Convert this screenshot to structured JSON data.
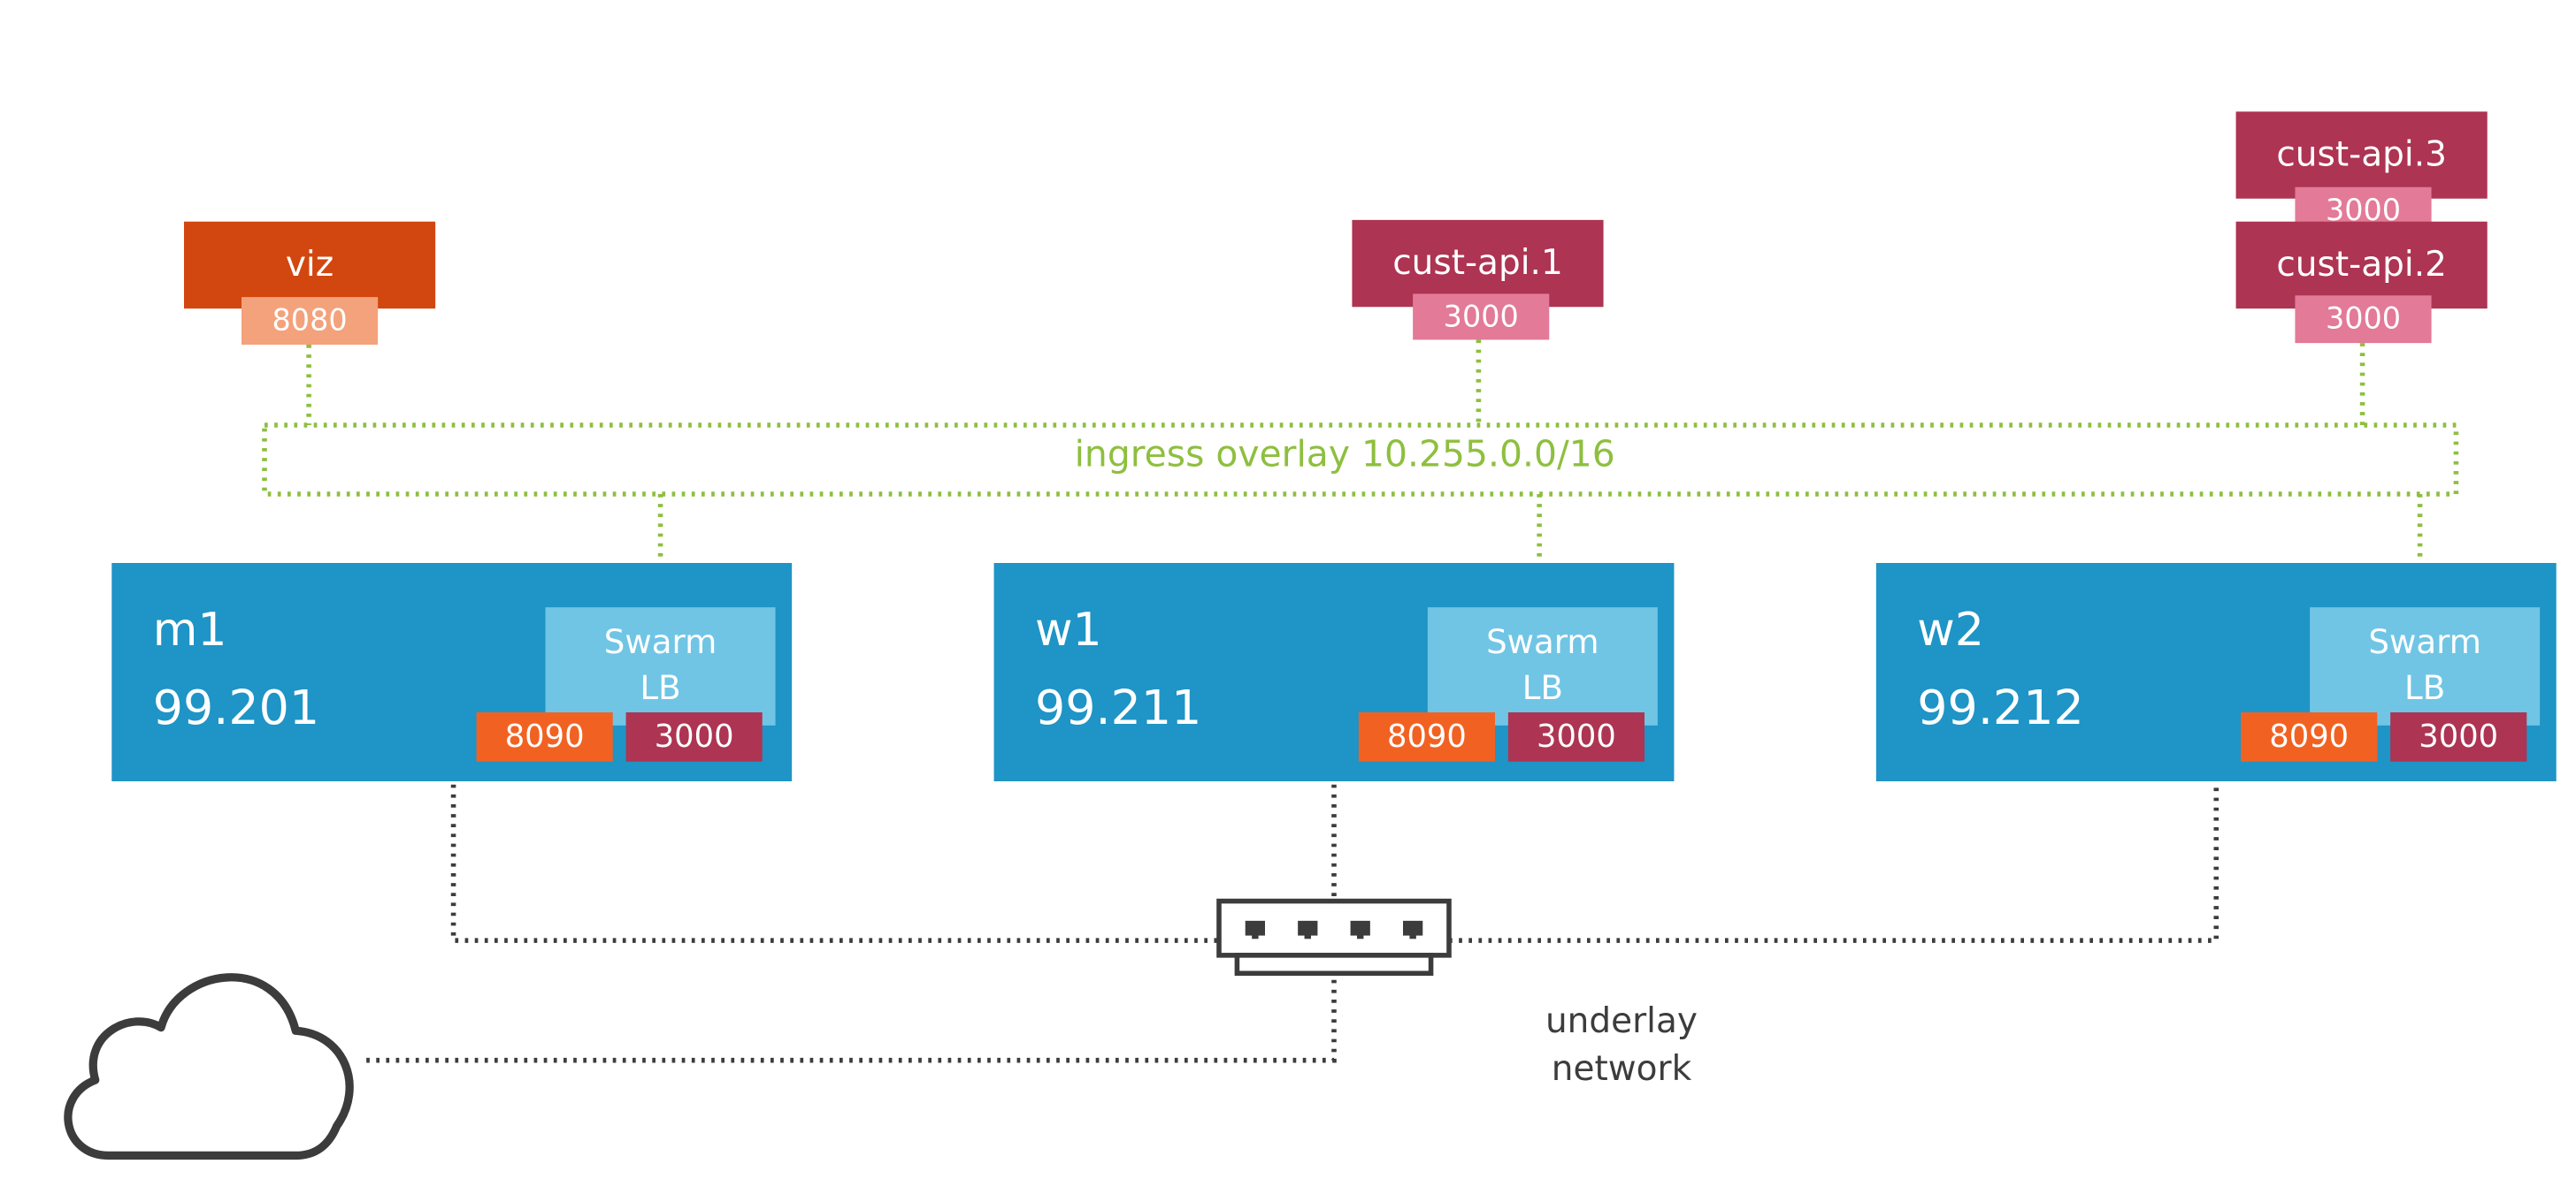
{
  "services": {
    "viz": {
      "name": "viz",
      "port": "8080"
    },
    "cust_api_1": {
      "name": "cust-api.1",
      "port": "3000"
    },
    "cust_api_2": {
      "name": "cust-api.2",
      "port": "3000"
    },
    "cust_api_3": {
      "name": "cust-api.3",
      "port": "3000"
    }
  },
  "ingress": {
    "label": "ingress overlay 10.255.0.0/16"
  },
  "nodes": [
    {
      "name": "m1",
      "ip": "99.201",
      "lb_line1": "Swarm",
      "lb_line2": "LB",
      "port_a": "8090",
      "port_b": "3000"
    },
    {
      "name": "w1",
      "ip": "99.211",
      "lb_line1": "Swarm",
      "lb_line2": "LB",
      "port_a": "8090",
      "port_b": "3000"
    },
    {
      "name": "w2",
      "ip": "99.212",
      "lb_line1": "Swarm",
      "lb_line2": "LB",
      "port_a": "8090",
      "port_b": "3000"
    }
  ],
  "underlay": {
    "line1": "underlay",
    "line2": "network"
  },
  "colors": {
    "viz": "#d2470f",
    "viz_port": "#f4a27c",
    "cust_api": "#ad3452",
    "cust_api_port": "#e27a98",
    "node": "#1f94c6",
    "swarm_lb": "#70c5e5",
    "port_8090": "#f16222",
    "port_3000": "#ad3452",
    "overlay": "#8ebf3f",
    "underlay_line": "#3c3c3c"
  },
  "icons": {
    "switch": "network-switch-icon",
    "cloud": "cloud-icon"
  }
}
